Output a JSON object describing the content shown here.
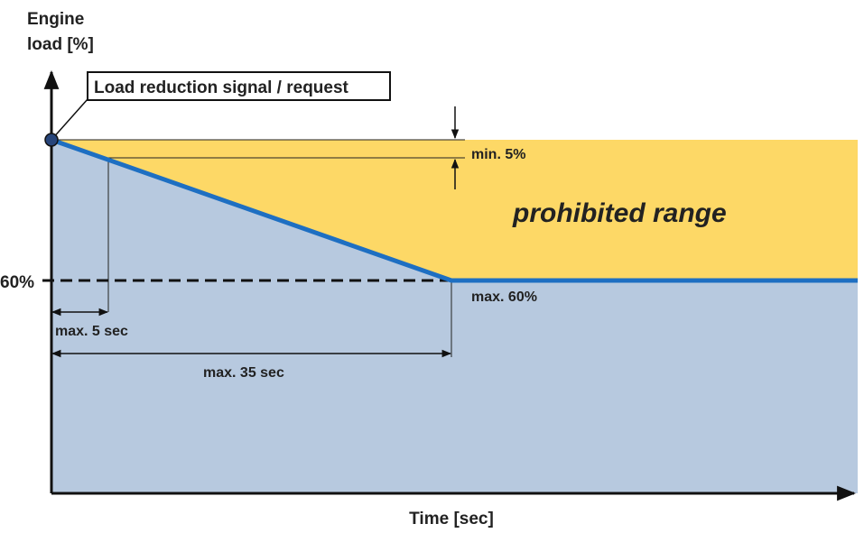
{
  "y_axis_label": [
    "Engine",
    "load [%]"
  ],
  "x_axis_label": "Time [sec]",
  "callout": "Load reduction signal / request",
  "tick_60": "60%",
  "label_min5": "min. 5%",
  "label_prohibited": "prohibited range",
  "label_max60": "max. 60%",
  "label_max5sec": "max. 5 sec",
  "label_max35sec": "max. 35 sec",
  "colors": {
    "allowed_fill": "#b7c9df",
    "prohibited_fill": "#fdd866",
    "load_line": "#1e6fc2",
    "axis": "#111111",
    "start_dot": "#27457a"
  }
}
